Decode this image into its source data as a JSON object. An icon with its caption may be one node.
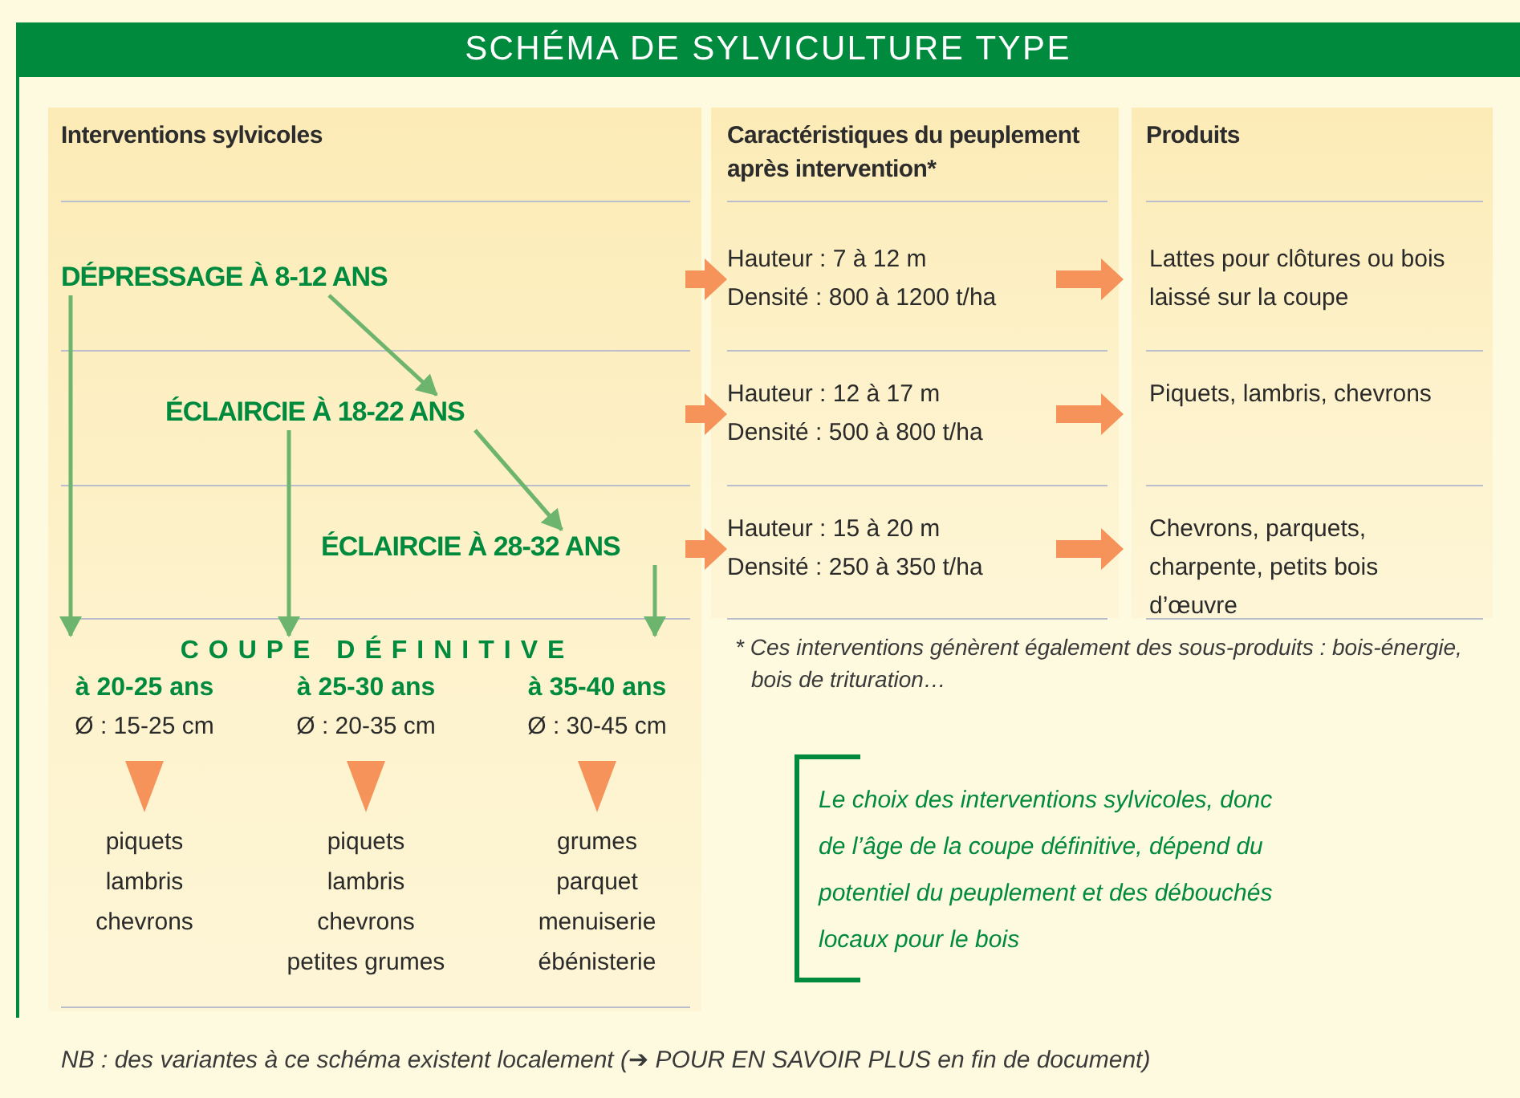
{
  "diagram": {
    "title": "SCHÉMA DE SYLVICULTURE TYPE",
    "nodes": [
      {
        "text": [
          "DÉPRESSAGE À 8-12 ANS"
        ]
      },
      {
        "text": [
          "ÉCLAIRCIE À 18-22 ANS"
        ]
      },
      {
        "text": [
          "ÉCLAIRCIE À 28-32 ANS"
        ]
      },
      {
        "text": [
          "Hauteur : 7 à 12 m",
          "Densité : 800 à 1200 t/ha"
        ]
      },
      {
        "text": [
          "Lattes pour clôtures ou bois laissé sur la coupe"
        ]
      },
      {
        "text": [
          "Hauteur : 12 à 17 m",
          "Densité : 500 à 800 t/ha"
        ]
      },
      {
        "text": [
          "Piquets, lambris, chevrons"
        ]
      },
      {
        "text": [
          "Hauteur : 15 à 20 m",
          "Densité : 250 à 350 t/ha"
        ]
      },
      {
        "text": [
          "Chevrons, parquets, charpente, petits bois d’œuvre"
        ]
      },
      {
        "text": [
          "COUPE DÉFINITIVE"
        ]
      },
      {
        "text": [
          "à 20-25 ans",
          "Ø : 15-25 cm"
        ],
        "in": 9
      },
      {
        "text": [
          "à 25-30 ans",
          "Ø : 20-35 cm"
        ],
        "in": 9
      },
      {
        "text": [
          "à 35-40 ans",
          "Ø : 30-45 cm"
        ],
        "in": 9
      },
      {
        "text": [
          "piquets",
          "lambris",
          "chevrons"
        ]
      },
      {
        "text": [
          "piquets",
          "lambris",
          "chevrons",
          "petites grumes"
        ]
      },
      {
        "text": [
          "grumes",
          "parquet",
          "menuiserie",
          "ébénisterie"
        ]
      },
      {
        "text": [
          "Le choix des interventions sylvicoles, donc de l’âge de la coupe définitive, dépend du potentiel du peuplement et des débouchés locaux pour le bois"
        ]
      }
    ],
    "edges": [
      {
        "from": 0,
        "to": 1,
        "arrow": "to",
        "color": "#6db56f"
      },
      {
        "from": 1,
        "to": 2,
        "arrow": "to",
        "color": "#6db56f"
      },
      {
        "from": 0,
        "to": 9,
        "arrow": "to",
        "color": "#6db56f"
      },
      {
        "from": 1,
        "to": 9,
        "arrow": "to",
        "color": "#6db56f"
      },
      {
        "from": 2,
        "to": 9,
        "arrow": "to",
        "color": "#6db56f"
      },
      {
        "from": null,
        "to": 3,
        "arrow": "to",
        "style": "thick",
        "color": "#f5935a"
      },
      {
        "from": 3,
        "to": 4,
        "arrow": "to",
        "style": "thick",
        "color": "#f5935a"
      },
      {
        "from": null,
        "to": 5,
        "arrow": "to",
        "style": "thick",
        "color": "#f5935a"
      },
      {
        "from": 5,
        "to": 6,
        "arrow": "to",
        "style": "thick",
        "color": "#f5935a"
      },
      {
        "from": null,
        "to": 7,
        "arrow": "to",
        "style": "thick",
        "color": "#f5935a"
      },
      {
        "from": 7,
        "to": 8,
        "arrow": "to",
        "style": "thick",
        "color": "#f5935a"
      },
      {
        "from": 10,
        "to": 13,
        "arrow": "to",
        "color": "#f5935a"
      },
      {
        "from": 11,
        "to": 14,
        "arrow": "to",
        "color": "#f5935a"
      },
      {
        "from": 12,
        "to": 15,
        "arrow": "to",
        "color": "#f5935a"
      }
    ],
    "labels": [
      "Interventions sylvicoles",
      "Caractéristiques du peuplement après intervention*",
      "Produits",
      "* Ces interventions génèrent également des sous-produits : bois-énergie, bois de trituration…",
      "NB : des variantes à ce schéma existent localement (➔ POUR EN SAVOIR PLUS en fin de document)"
    ]
  }
}
